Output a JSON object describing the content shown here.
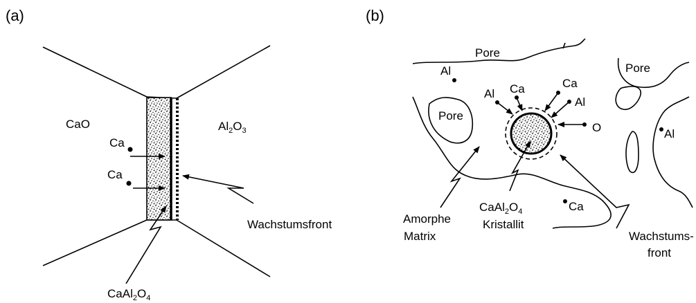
{
  "panel_a": {
    "label": "(a)",
    "phase_left": "CaO",
    "phase_right_main": "Al",
    "phase_right_sub1": "2",
    "phase_right_mid": "O",
    "phase_right_sub2": "3",
    "ion_1": "Ca",
    "ion_2": "Ca",
    "front_label": "Wachstumsfront",
    "product_main": "CaAl",
    "product_sub1": "2",
    "product_mid": "O",
    "product_sub2": "4"
  },
  "panel_b": {
    "label": "(b)",
    "pore_1": "Pore",
    "pore_2": "Pore",
    "pore_3": "Pore",
    "al_topleft": "Al",
    "al_near_1": "Al",
    "ca_near_1": "Ca",
    "ca_near_2": "Ca",
    "al_near_2": "Al",
    "o_near": "O",
    "al_right": "Al",
    "ca_bottom": "Ca",
    "matrix_line1": "Amorphe",
    "matrix_line2": "Matrix",
    "crystal_main": "CaAl",
    "crystal_sub1": "2",
    "crystal_mid": "O",
    "crystal_sub2": "4",
    "crystal_line2": "Kristallit",
    "front_line1": "Wachstums-",
    "front_line2": "front"
  }
}
